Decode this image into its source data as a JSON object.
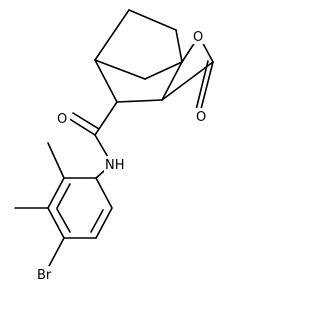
{
  "molecule": {
    "atom_labels": {
      "ring_oxygen": "O",
      "carbonyl_oxygen_lactone": "O",
      "carbonyl_oxygen_amide": "O",
      "amide_nitrogen": "NH",
      "bromine": "Br"
    }
  }
}
